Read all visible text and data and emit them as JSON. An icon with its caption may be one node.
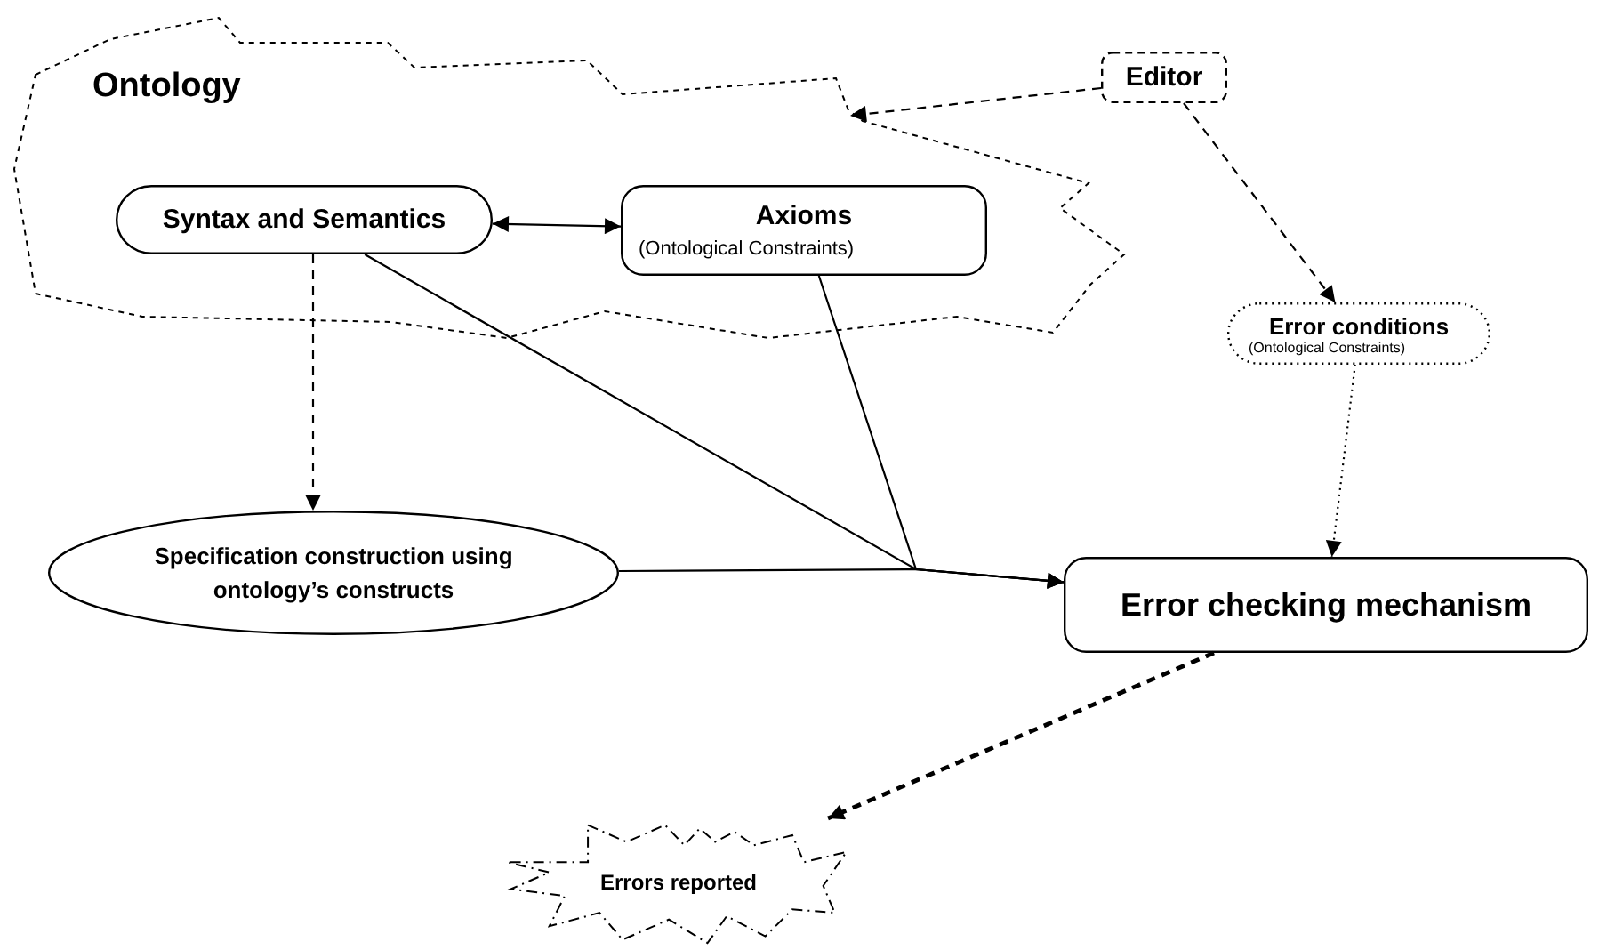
{
  "diagram": {
    "nodes": [
      {
        "text": [
          "Ontology"
        ]
      },
      {
        "text": [
          "Syntax and Semantics"
        ],
        "in": 0
      },
      {
        "text": [
          "Axioms",
          "(Ontological Constraints)"
        ],
        "in": 0
      },
      {
        "text": [
          "Editor"
        ]
      },
      {
        "text": [
          "Error conditions",
          "(Ontological Constraints)"
        ]
      },
      {
        "text": [
          "Specification construction using ontology’s constructs"
        ]
      },
      {
        "text": [
          "Error checking mechanism"
        ]
      },
      {
        "text": [
          "Errors reported"
        ]
      }
    ],
    "edges": [
      {
        "from": 1,
        "to": 2,
        "arrow": "both"
      },
      {
        "from": 3,
        "to": 0,
        "arrow": "to",
        "style": "dashed"
      },
      {
        "from": 3,
        "to": 4,
        "arrow": "to",
        "style": "dashed"
      },
      {
        "from": 1,
        "to": 5,
        "arrow": "to",
        "style": "dashed"
      },
      {
        "from": 4,
        "to": 6,
        "arrow": "to",
        "style": "dashed"
      },
      {
        "from": 1,
        "to": 6,
        "arrow": "to"
      },
      {
        "from": 2,
        "to": 6,
        "arrow": "to"
      },
      {
        "from": 5,
        "to": 6,
        "arrow": "to"
      },
      {
        "from": 6,
        "to": 7,
        "arrow": "to",
        "style": "dashed"
      }
    ]
  }
}
